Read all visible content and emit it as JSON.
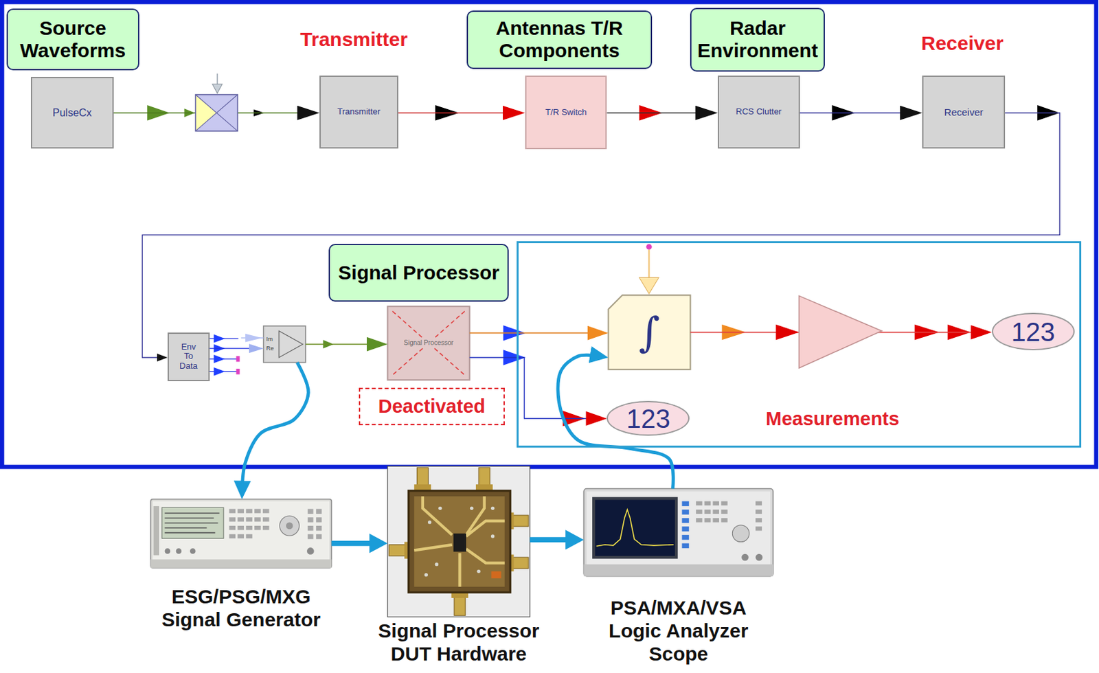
{
  "diagram": {
    "nodes": [
      {
        "text": [
          "Source Waveforms"
        ]
      },
      {
        "text": [
          "Antennas T/R Components"
        ]
      },
      {
        "text": [
          "Radar Environment"
        ]
      },
      {
        "text": [
          "PulseCx"
        ]
      },
      {
        "text": [
          "Transmitter"
        ]
      },
      {
        "text": [
          "T/R Switch"
        ]
      },
      {
        "text": [
          "RCS Clutter"
        ]
      },
      {
        "text": [
          "Receiver"
        ]
      },
      {
        "text": [
          "Env To Data"
        ]
      },
      {
        "text": [
          "Im",
          "Re"
        ]
      },
      {
        "text": [
          "Signal Processor"
        ]
      },
      {
        "text": [
          "Signal Processor"
        ]
      },
      {
        "text": [
          "Deactivated"
        ]
      },
      {
        "text": [
          "Measurements"
        ]
      },
      {
        "text": [
          "∫"
        ],
        "in": 13
      },
      {
        "text": [
          "123"
        ],
        "in": 13
      },
      {
        "text": [
          "123"
        ],
        "in": 13
      },
      {
        "text": [
          "ESG/PSG/MXG Signal Generator"
        ]
      },
      {
        "text": [
          "Signal Processor DUT Hardware"
        ]
      },
      {
        "text": [
          "PSA/MXA/VSA Logic Analyzer Scope"
        ]
      }
    ],
    "edges": [
      {
        "from": 3,
        "to": 4,
        "arrow": "to"
      },
      {
        "from": 4,
        "to": 5,
        "arrow": "to"
      },
      {
        "from": 5,
        "to": 6,
        "arrow": "to"
      },
      {
        "from": 6,
        "to": 7,
        "arrow": "to"
      },
      {
        "from": 7,
        "to": 8,
        "arrow": "to"
      },
      {
        "from": 8,
        "to": 9,
        "arrow": "to"
      },
      {
        "from": 9,
        "to": 11,
        "arrow": "to"
      },
      {
        "from": 11,
        "to": 14,
        "arrow": "to"
      },
      {
        "from": 11,
        "to": 16,
        "arrow": "to"
      },
      {
        "from": 14,
        "to": 15,
        "arrow": "to"
      },
      {
        "from": 9,
        "to": 17,
        "arrow": "to"
      },
      {
        "from": 17,
        "to": 18,
        "arrow": "to"
      },
      {
        "from": 18,
        "to": 19,
        "arrow": "to"
      },
      {
        "from": 19,
        "to": 14,
        "arrow": "to"
      }
    ],
    "labels": [
      "Transmitter",
      "Receiver"
    ]
  }
}
